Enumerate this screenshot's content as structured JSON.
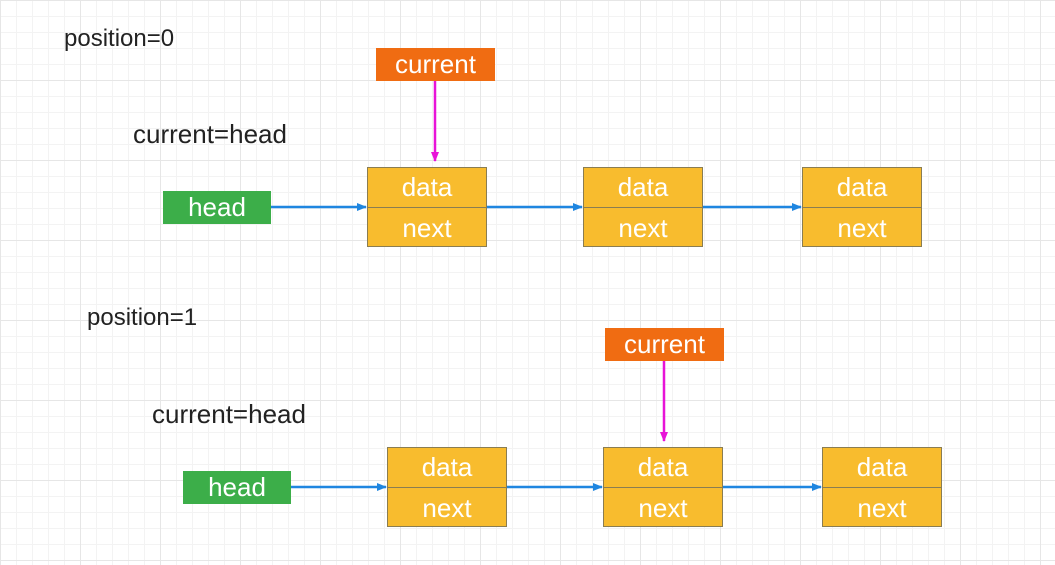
{
  "colors": {
    "head": "#3cae49",
    "current": "#f06c12",
    "node_fill": "#f8bc2e",
    "link_arrow": "#1f86e0",
    "current_arrow": "#e813d8"
  },
  "diagrams": [
    {
      "position_label": "position=0",
      "assignment_label": "current=head",
      "head_label": "head",
      "current_label": "current",
      "current_points_to_node": 0,
      "nodes": [
        {
          "top": "data",
          "bottom": "next"
        },
        {
          "top": "data",
          "bottom": "next"
        },
        {
          "top": "data",
          "bottom": "next"
        }
      ]
    },
    {
      "position_label": "position=1",
      "assignment_label": "current=head",
      "head_label": "head",
      "current_label": "current",
      "current_points_to_node": 1,
      "nodes": [
        {
          "top": "data",
          "bottom": "next"
        },
        {
          "top": "data",
          "bottom": "next"
        },
        {
          "top": "data",
          "bottom": "next"
        }
      ]
    }
  ]
}
